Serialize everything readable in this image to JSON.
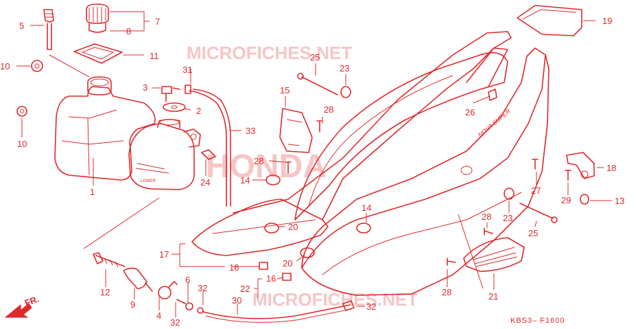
{
  "watermarks": {
    "top": "MICROFICHES.NET",
    "middle": "HONDA",
    "bottom": "MICROFICHES.NET"
  },
  "diagram_code": "KBS3– F1600",
  "direction_label": "FR.",
  "callouts": {
    "c5": "5",
    "c7": "7",
    "c8": "8",
    "c11": "11",
    "c10a": "10",
    "c10b": "10",
    "c1": "1",
    "c3": "3",
    "c2": "2",
    "c31": "31",
    "c33": "33",
    "c24": "24",
    "c25a": "25",
    "c23a": "23",
    "c15": "15",
    "c28a": "28",
    "c26": "26",
    "c19": "19",
    "c28b": "28",
    "c14a": "14",
    "c14b": "14",
    "c20a": "20",
    "c20b": "20",
    "c16a": "16",
    "c16b": "16",
    "c17": "17",
    "c22": "22",
    "c12": "12",
    "c9": "9",
    "c4": "4",
    "c6": "6",
    "c32a": "32",
    "c32b": "32",
    "c32c": "32",
    "c30": "30",
    "c27": "27",
    "c18": "18",
    "c29": "29",
    "c13": "13",
    "c23b": "23",
    "c25b": "25",
    "c28c": "28",
    "c28d": "28",
    "c21": "21"
  }
}
